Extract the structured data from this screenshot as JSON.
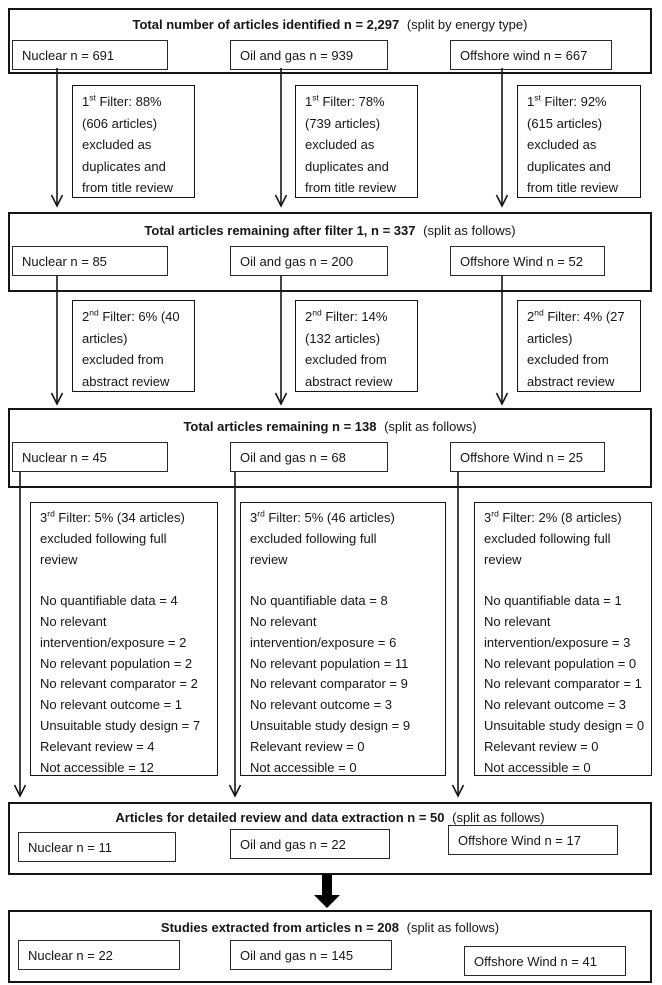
{
  "colors": {
    "line": "#151515",
    "background": "#ffffff"
  },
  "stage1": {
    "title_bold": "Total number of articles identified n = 2,297",
    "title_note": "(split by energy type)",
    "nuclear": "Nuclear n = 691",
    "oil": "Oil and gas n = 939",
    "wind": "Offshore wind n = 667"
  },
  "filter1": {
    "nuclear": {
      "ord": "1",
      "sup": "st",
      "head": " Filter: 88%",
      "lines": [
        "(606 articles)",
        "excluded as",
        "duplicates and",
        "from title review"
      ]
    },
    "oil": {
      "ord": "1",
      "sup": "st",
      "head": " Filter: 78%",
      "lines": [
        "(739 articles)",
        "excluded as",
        "duplicates and",
        "from title review"
      ]
    },
    "wind": {
      "ord": "1",
      "sup": "st",
      "head": " Filter: 92%",
      "lines": [
        "(615 articles)",
        "excluded as",
        "duplicates and",
        "from title review"
      ]
    }
  },
  "stage2": {
    "title_bold": "Total articles remaining after filter 1, n = 337",
    "title_note": "(split as follows)",
    "nuclear": "Nuclear n = 85",
    "oil": "Oil and gas n = 200",
    "wind": "Offshore Wind n = 52"
  },
  "filter2": {
    "nuclear": {
      "ord": "2",
      "sup": "nd",
      "head": " Filter: 6% (40",
      "lines": [
        "articles)",
        "excluded from",
        "abstract review"
      ]
    },
    "oil": {
      "ord": "2",
      "sup": "nd",
      "head": " Filter: 14%",
      "lines": [
        "(132 articles)",
        "excluded from",
        "abstract review"
      ]
    },
    "wind": {
      "ord": "2",
      "sup": "nd",
      "head": " Filter: 4% (27",
      "lines": [
        "articles)",
        "excluded from",
        "abstract review"
      ]
    }
  },
  "stage3": {
    "title_bold": "Total articles remaining n = 138",
    "title_note": "(split as follows)",
    "nuclear": "Nuclear n = 45",
    "oil": "Oil and gas n = 68",
    "wind": "Offshore Wind n = 25"
  },
  "filter3": {
    "nuclear": {
      "ord": "3",
      "sup": "rd",
      "head": " Filter: 5% (34 articles)",
      "lines": [
        "excluded following full",
        "review",
        "",
        "No quantifiable data = 4",
        "No relevant",
        "intervention/exposure = 2",
        "No relevant population = 2",
        "No relevant comparator = 2",
        "No relevant outcome = 1",
        "Unsuitable study design = 7",
        "Relevant review = 4",
        "Not accessible = 12"
      ]
    },
    "oil": {
      "ord": "3",
      "sup": "rd",
      "head": " Filter: 5% (46 articles)",
      "lines": [
        "excluded following full",
        "review",
        "",
        "No quantifiable data = 8",
        "No relevant",
        "intervention/exposure = 6",
        "No relevant population = 11",
        "No relevant comparator = 9",
        "No relevant outcome = 3",
        "Unsuitable study design = 9",
        "Relevant review = 0",
        "Not accessible = 0"
      ]
    },
    "wind": {
      "ord": "3",
      "sup": "rd",
      "head": " Filter: 2% (8 articles)",
      "lines": [
        "excluded following full",
        "review",
        "",
        "No quantifiable data = 1",
        "No relevant",
        "intervention/exposure = 3",
        "No relevant population = 0",
        "No relevant comparator = 1",
        "No relevant outcome = 3",
        "Unsuitable study design = 0",
        "Relevant review = 0",
        "Not accessible = 0"
      ]
    }
  },
  "stage4": {
    "title_bold": "Articles for detailed review and data extraction n = 50",
    "title_note": "(split as follows)",
    "nuclear": "Nuclear n = 11",
    "oil": "Oil and gas n = 22",
    "wind": "Offshore Wind n = 17"
  },
  "stage5": {
    "title_bold": "Studies extracted from articles n = 208",
    "title_note": "(split as follows)",
    "nuclear": "Nuclear n = 22",
    "oil": "Oil and gas n = 145",
    "wind": "Offshore Wind n = 41"
  }
}
